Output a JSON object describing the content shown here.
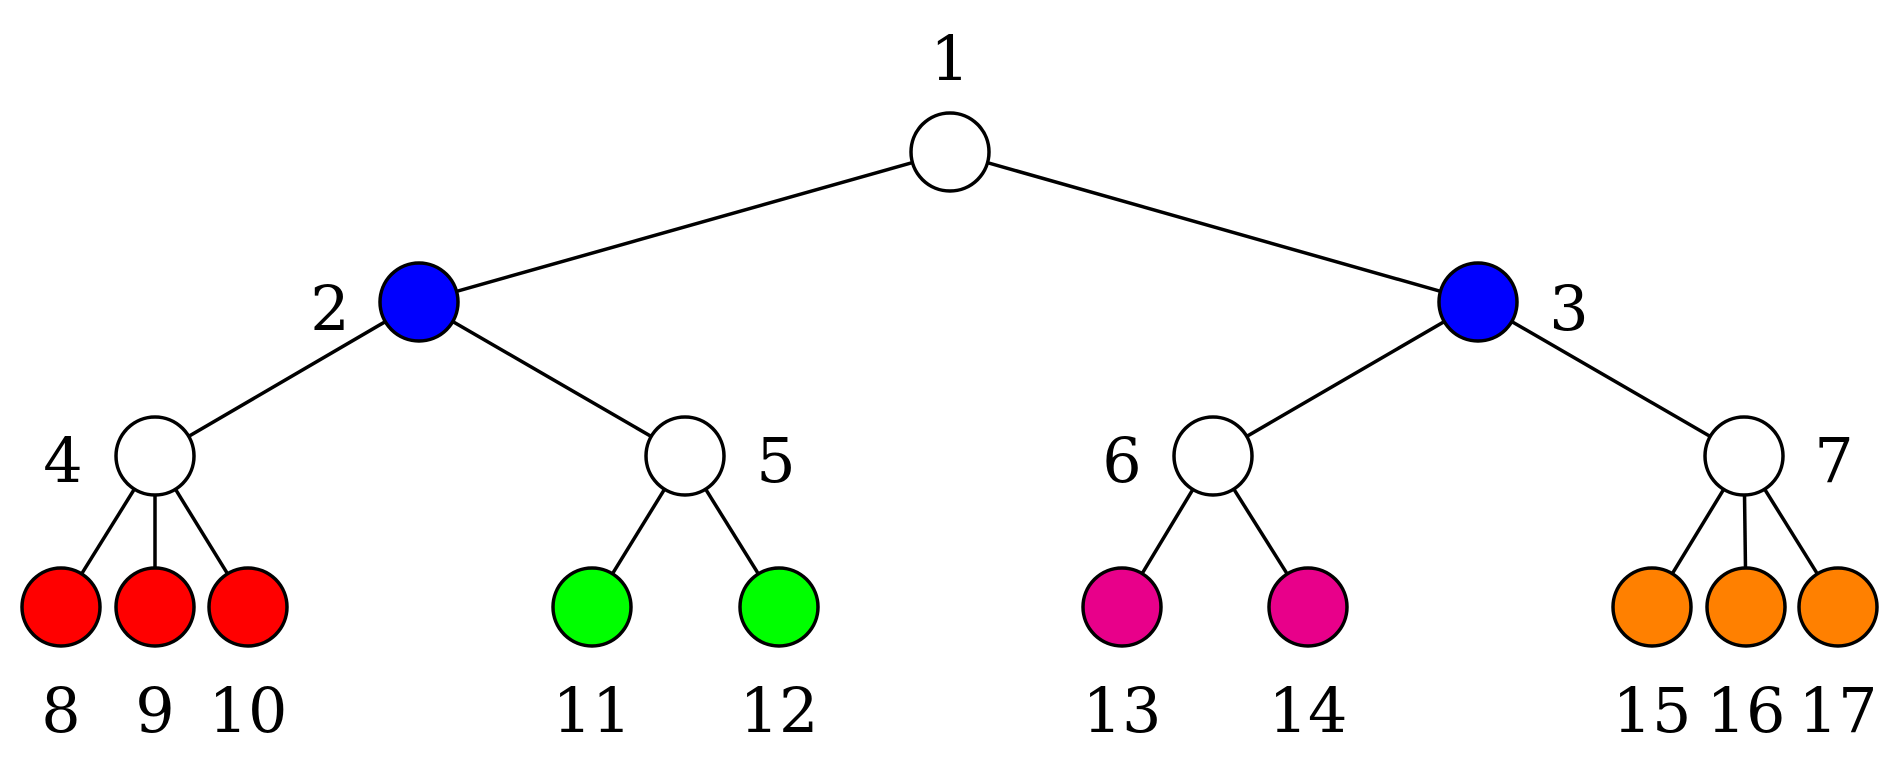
{
  "colors": {
    "white": "#ffffff",
    "blue": "#0000ff",
    "red": "#ff0000",
    "green": "#00ff00",
    "magenta": "#e8008a",
    "orange": "#ff8000"
  },
  "nodes": [
    {
      "id": "1",
      "label": "1",
      "color": "white"
    },
    {
      "id": "2",
      "label": "2",
      "color": "blue"
    },
    {
      "id": "3",
      "label": "3",
      "color": "blue"
    },
    {
      "id": "4",
      "label": "4",
      "color": "white"
    },
    {
      "id": "5",
      "label": "5",
      "color": "white"
    },
    {
      "id": "6",
      "label": "6",
      "color": "white"
    },
    {
      "id": "7",
      "label": "7",
      "color": "white"
    },
    {
      "id": "8",
      "label": "8",
      "color": "red"
    },
    {
      "id": "9",
      "label": "9",
      "color": "red"
    },
    {
      "id": "10",
      "label": "10",
      "color": "red"
    },
    {
      "id": "11",
      "label": "11",
      "color": "green"
    },
    {
      "id": "12",
      "label": "12",
      "color": "green"
    },
    {
      "id": "13",
      "label": "13",
      "color": "magenta"
    },
    {
      "id": "14",
      "label": "14",
      "color": "magenta"
    },
    {
      "id": "15",
      "label": "15",
      "color": "orange"
    },
    {
      "id": "16",
      "label": "16",
      "color": "orange"
    },
    {
      "id": "17",
      "label": "17",
      "color": "orange"
    }
  ],
  "edges": [
    [
      "1",
      "2"
    ],
    [
      "1",
      "3"
    ],
    [
      "2",
      "4"
    ],
    [
      "2",
      "5"
    ],
    [
      "3",
      "6"
    ],
    [
      "3",
      "7"
    ],
    [
      "4",
      "8"
    ],
    [
      "4",
      "9"
    ],
    [
      "4",
      "10"
    ],
    [
      "5",
      "11"
    ],
    [
      "5",
      "12"
    ],
    [
      "6",
      "13"
    ],
    [
      "6",
      "14"
    ],
    [
      "7",
      "15"
    ],
    [
      "7",
      "16"
    ],
    [
      "7",
      "17"
    ]
  ]
}
